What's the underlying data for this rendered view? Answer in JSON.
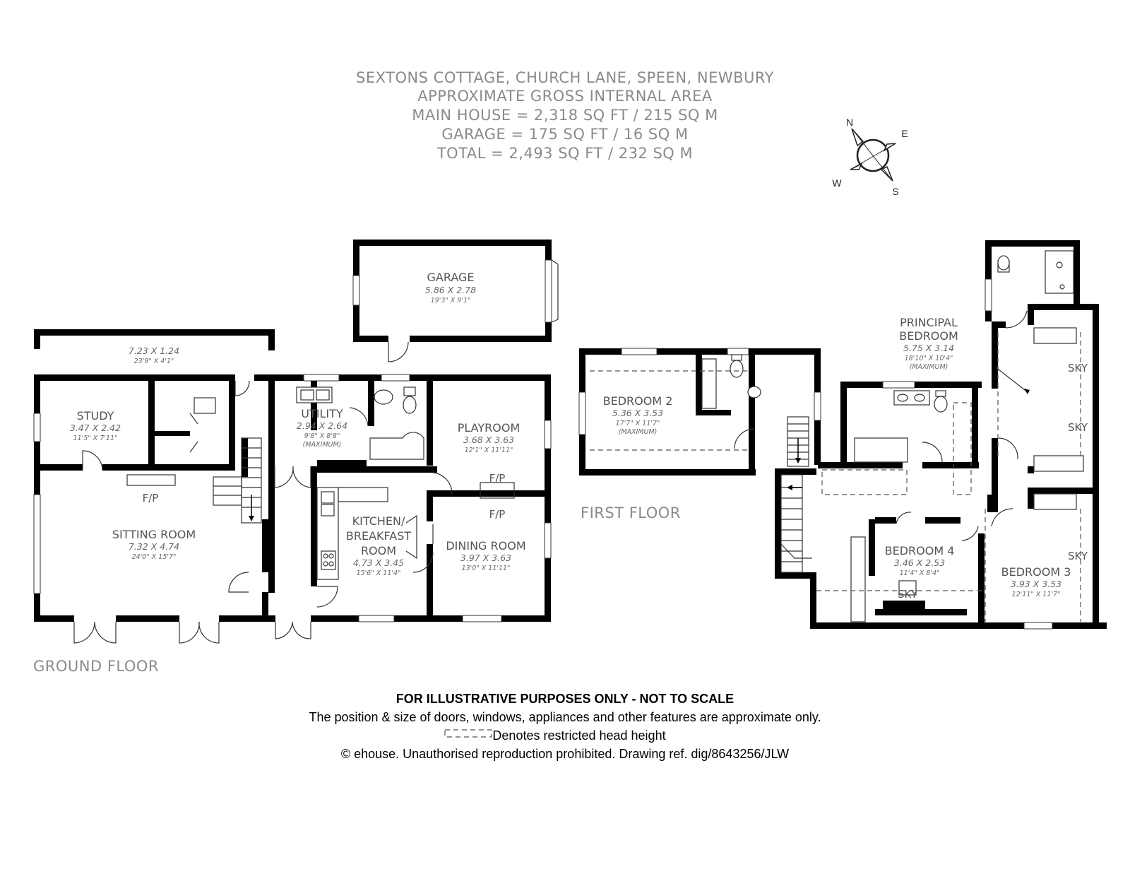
{
  "header": {
    "line1": "SEXTONS COTTAGE, CHURCH LANE, SPEEN, NEWBURY",
    "line2": "APPROXIMATE GROSS INTERNAL AREA",
    "line3": "MAIN HOUSE = 2,318 SQ FT / 215 SQ M",
    "line4": "GARAGE = 175 SQ FT / 16 SQ M",
    "line5": "TOTAL = 2,493 SQ FT / 232 SQ M"
  },
  "compass": {
    "n": "N",
    "e": "E",
    "s": "S",
    "w": "W"
  },
  "floors": {
    "ground": "GROUND FLOOR",
    "first": "FIRST FLOOR"
  },
  "rooms": {
    "garage": {
      "name": "GARAGE",
      "metric": "5.86 X 2.78",
      "imperial": "19'3\" X 9'1\""
    },
    "store": {
      "metric": "7.23 X 1.24",
      "imperial": "23'9\" X 4'1\""
    },
    "study": {
      "name": "STUDY",
      "metric": "3.47 X 2.42",
      "imperial": "11'5\" X 7'11\""
    },
    "utility": {
      "name": "UTILITY",
      "metric": "2.94 X 2.64",
      "imperial": "9'8\" X 8'8\"",
      "note": "(MAXIMUM)"
    },
    "playroom": {
      "name": "PLAYROOM",
      "metric": "3.68 X 3.63",
      "imperial": "12'1\" X 11'11\""
    },
    "sitting": {
      "name": "SITTING ROOM",
      "metric": "7.32 X 4.74",
      "imperial": "24'0\" X 15'7\""
    },
    "kitchen": {
      "name1": "KITCHEN/",
      "name2": "BREAKFAST",
      "name3": "ROOM",
      "metric": "4.73 X 3.45",
      "imperial": "15'6\" X 11'4\""
    },
    "dining": {
      "name": "DINING ROOM",
      "metric": "3.97 X 3.63",
      "imperial": "13'0\" X 11'11\""
    },
    "bedroom2": {
      "name": "BEDROOM 2",
      "metric": "5.36 X 3.53",
      "imperial": "17'7\" X 11'7\"",
      "note": "(MAXIMUM)"
    },
    "principal": {
      "name1": "PRINCIPAL",
      "name2": "BEDROOM",
      "metric": "5.75 X 3.14",
      "imperial": "18'10\" X 10'4\"",
      "note": "(MAXIMUM)"
    },
    "bedroom4": {
      "name": "BEDROOM 4",
      "metric": "3.46 X 2.53",
      "imperial": "11'4\" X 8'4\""
    },
    "bedroom3": {
      "name": "BEDROOM 3",
      "metric": "3.93 X 3.53",
      "imperial": "12'11\" X 11'7\""
    }
  },
  "labels": {
    "fp": "F/P",
    "sky": "SKY"
  },
  "footer": {
    "line1": "FOR ILLUSTRATIVE PURPOSES ONLY - NOT TO SCALE",
    "line2": "The position & size of doors, windows, appliances and other features are approximate only.",
    "line3": "Denotes restricted head height",
    "line4": "© ehouse. Unauthorised reproduction prohibited. Drawing ref. dig/8643256/JLW"
  }
}
